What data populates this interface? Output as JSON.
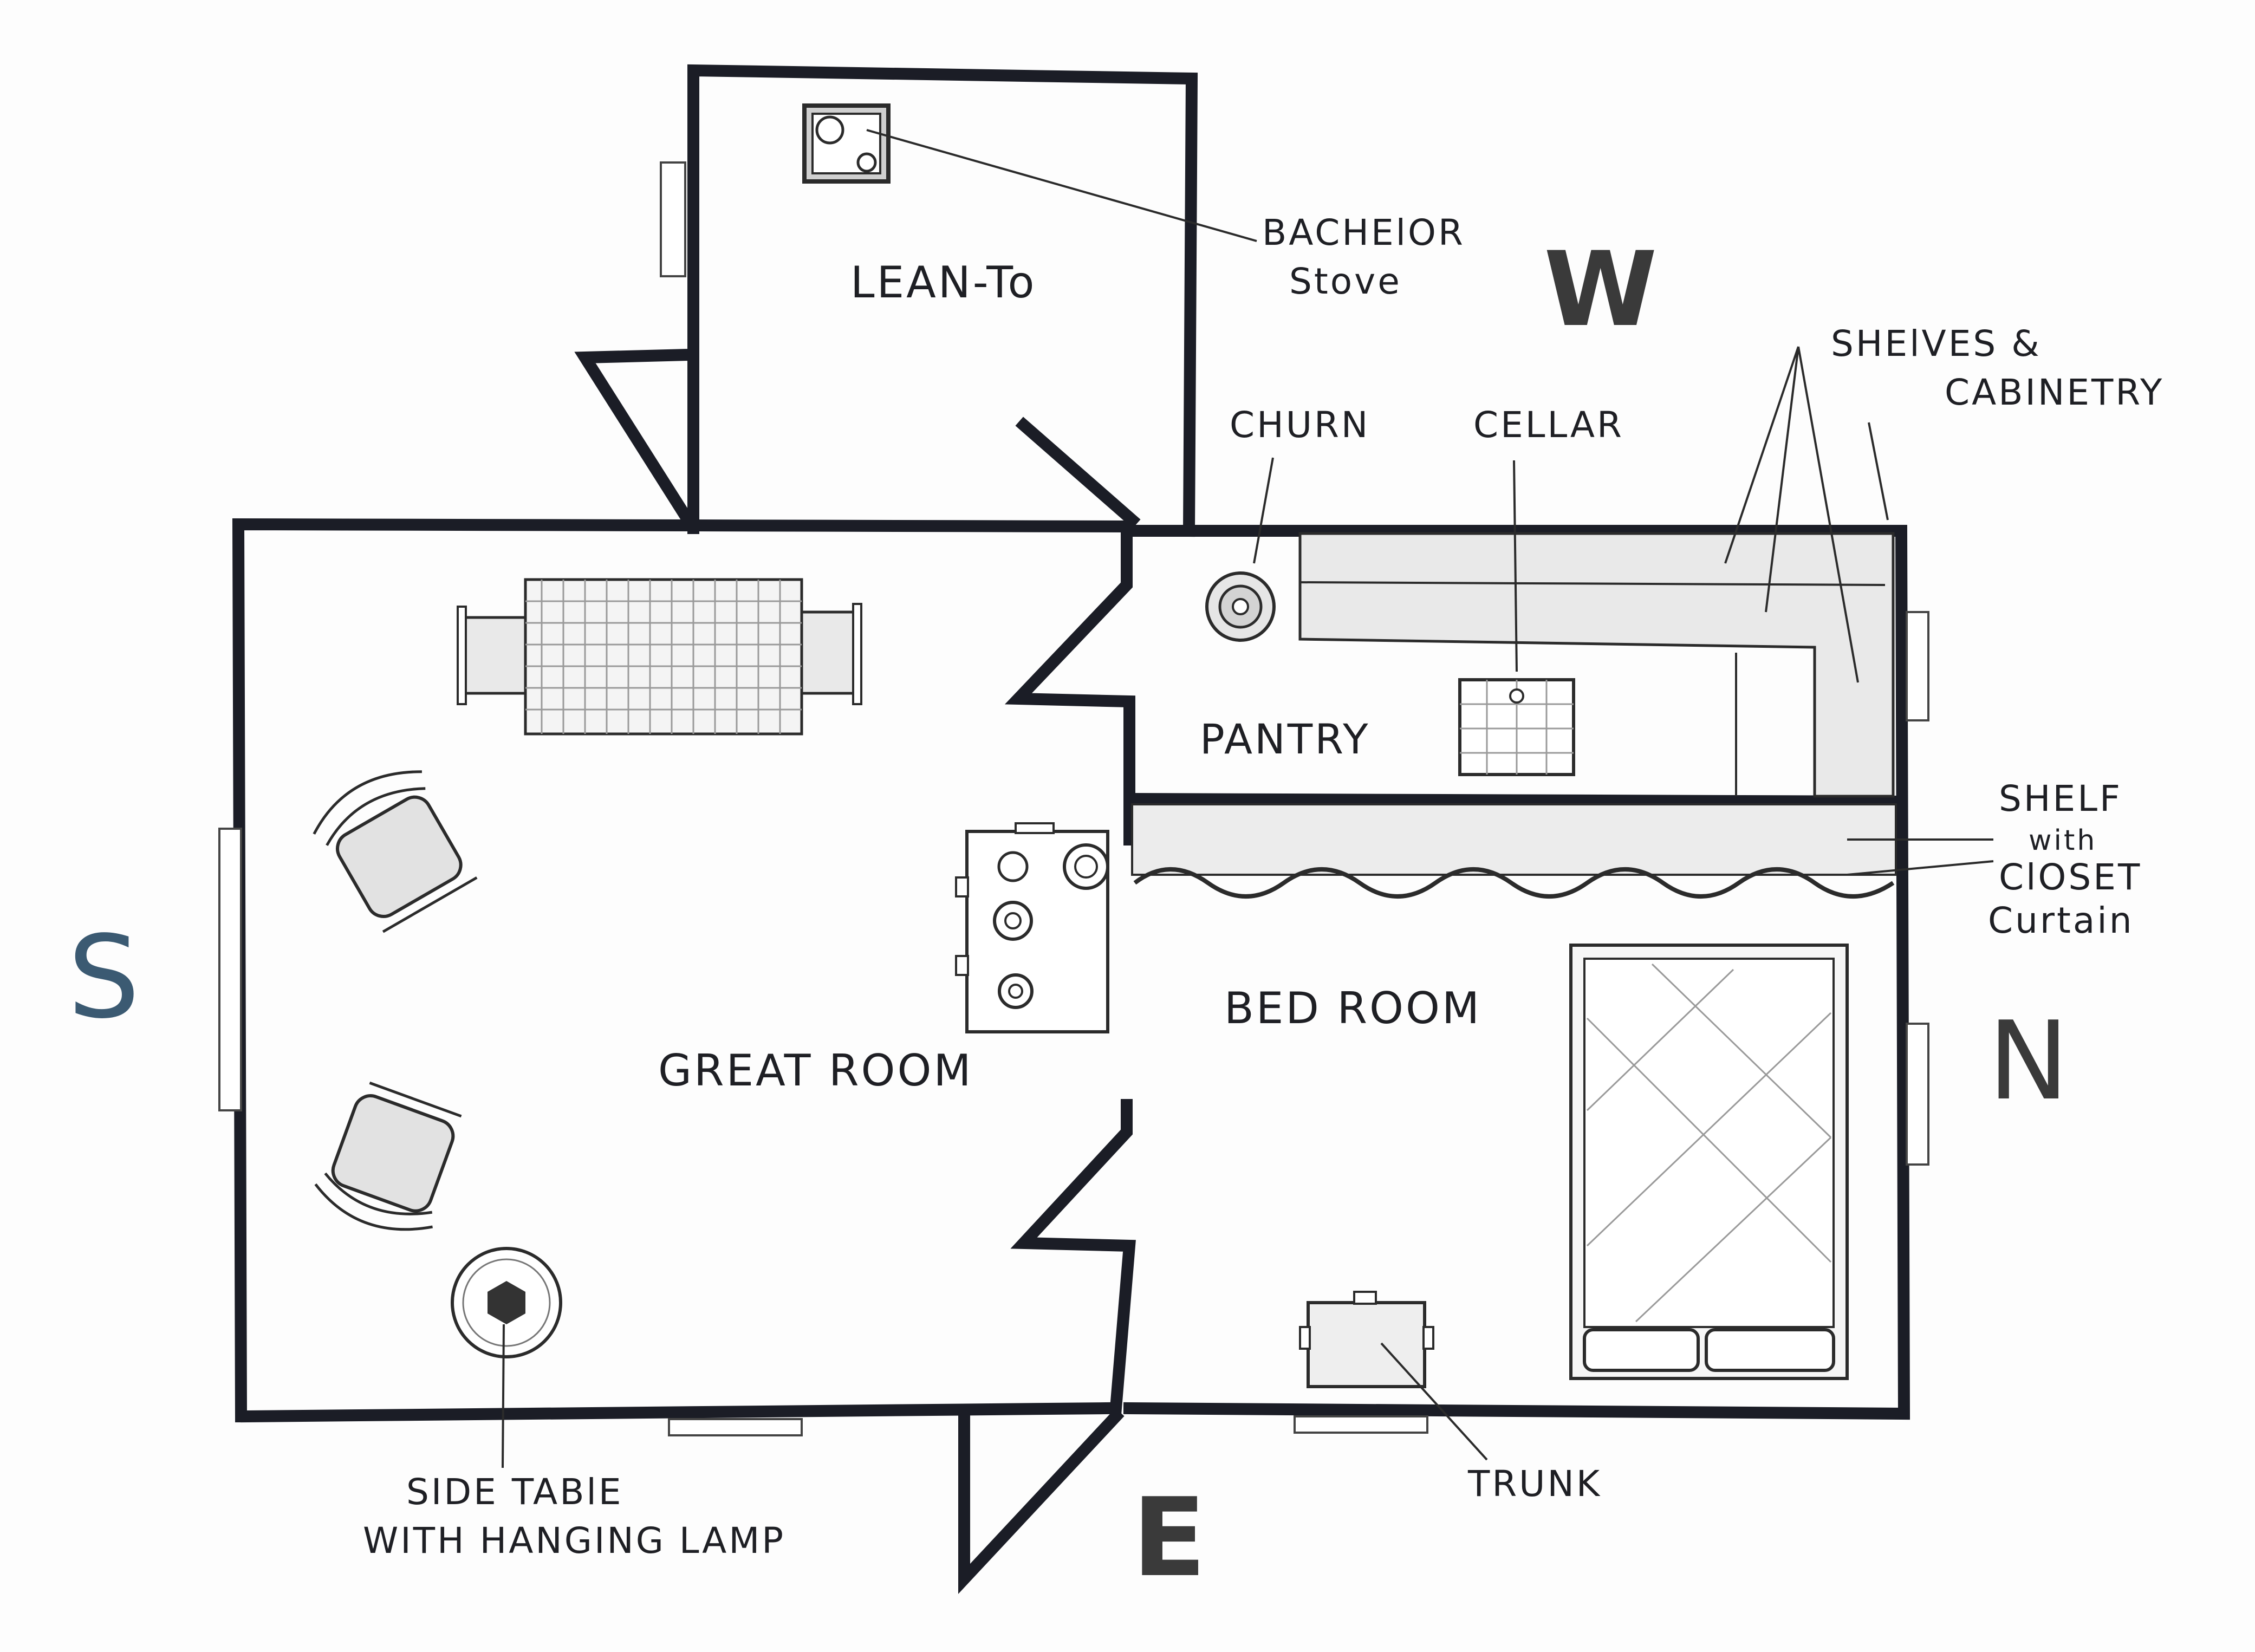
{
  "rooms": {
    "lean_to": "LEAN-To",
    "pantry": "PANTRY",
    "great_room": "GREAT ROOM",
    "bed_room": "BED ROOM"
  },
  "annotations": {
    "bachelor_stove": [
      "BACHElOR",
      "Stove"
    ],
    "churn": "CHURN",
    "cellar": "CELLAR",
    "shelves_cabinetry": [
      "SHElVES &",
      "CABINETRY"
    ],
    "shelf_closet": [
      "SHELF",
      "with",
      "ClOSET",
      "Curtain"
    ],
    "side_table": [
      "SIDE TABlE",
      "WITH HANGING LAMP"
    ],
    "trunk": "TRUNK"
  },
  "compass": {
    "west": "W",
    "south": "S",
    "north": "N",
    "east": "E",
    "colors": {
      "south": "#3b5a72",
      "others": "#3a3a3a"
    }
  }
}
